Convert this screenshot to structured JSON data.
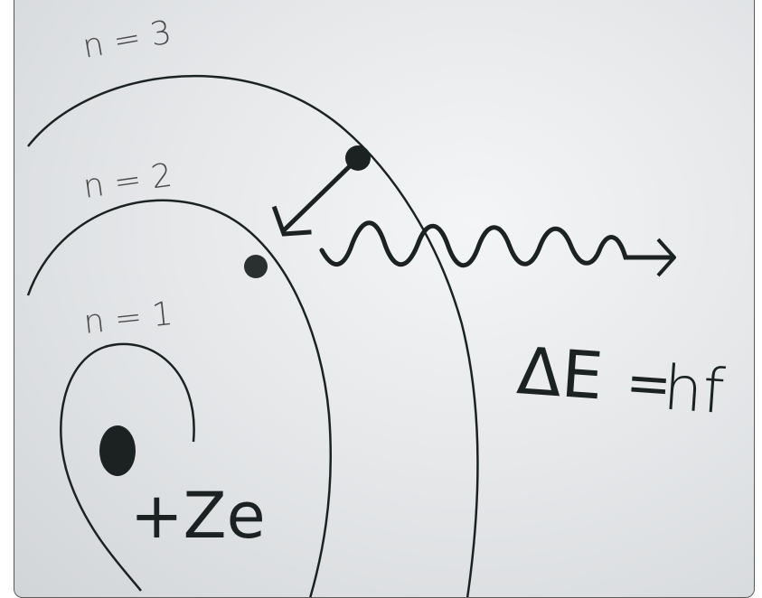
{
  "diagram": {
    "shell_labels": [
      "n = 3",
      "n = 2",
      "n = 1"
    ],
    "nucleus_label": "+Ze",
    "equation": {
      "delta": "ΔE",
      "equals": "=",
      "rhs": "hf"
    },
    "colors": {
      "ink": "#1c2222",
      "label_gray": "#4a4a4a",
      "background": "#e6e8ea"
    }
  }
}
